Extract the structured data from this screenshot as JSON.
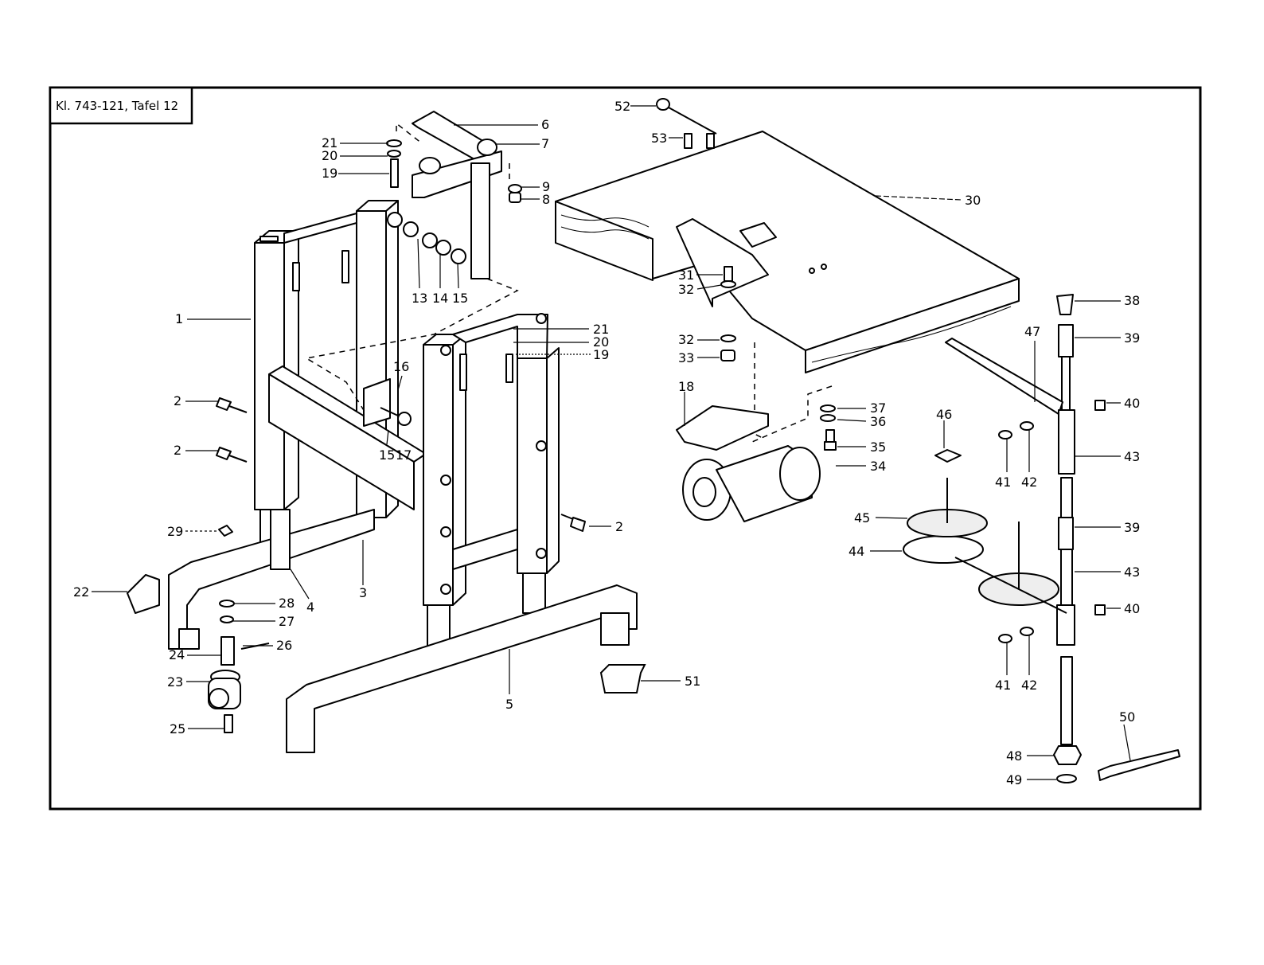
{
  "title_block": {
    "text": "Kl. 743-121, Tafel 12"
  },
  "parts": {
    "p1": "1",
    "p2a": "2",
    "p2b": "2",
    "p2c": "2",
    "p3": "3",
    "p4": "4",
    "p5": "5",
    "p6": "6",
    "p7": "7",
    "p8": "8",
    "p9": "9",
    "p13": "13",
    "p14": "14",
    "p15a": "15",
    "p15b": "15",
    "p16": "16",
    "p17": "17",
    "p18": "18",
    "p19a": "19",
    "p19b": "19",
    "p20a": "20",
    "p20b": "20",
    "p21a": "21",
    "p21b": "21",
    "p22": "22",
    "p23": "23",
    "p24": "24",
    "p25": "25",
    "p26": "26",
    "p27": "27",
    "p28": "28",
    "p29": "29",
    "p30": "30",
    "p31": "31",
    "p32a": "32",
    "p32b": "32",
    "p33": "33",
    "p34": "34",
    "p35": "35",
    "p36": "36",
    "p37": "37",
    "p38": "38",
    "p39a": "39",
    "p39b": "39",
    "p40a": "40",
    "p40b": "40",
    "p41a": "41",
    "p41b": "41",
    "p42a": "42",
    "p42b": "42",
    "p43a": "43",
    "p43b": "43",
    "p44": "44",
    "p45": "45",
    "p46": "46",
    "p47": "47",
    "p48": "48",
    "p49": "49",
    "p50": "50",
    "p51": "51",
    "p52": "52",
    "p53": "53"
  }
}
